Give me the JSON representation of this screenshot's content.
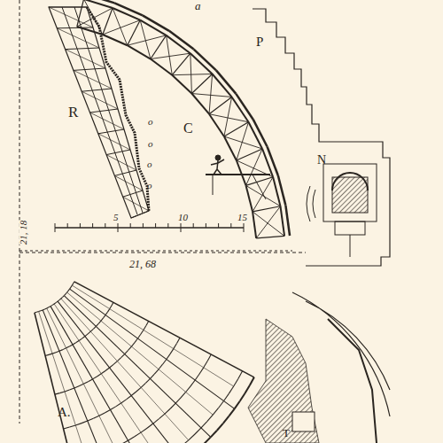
{
  "diagram": {
    "labels": [
      "a",
      "P",
      "C",
      "R",
      "o",
      "o",
      "o",
      "o",
      "N",
      "5",
      "10",
      "15",
      "21, 18",
      "21, 68",
      "A.",
      "T"
    ]
  }
}
